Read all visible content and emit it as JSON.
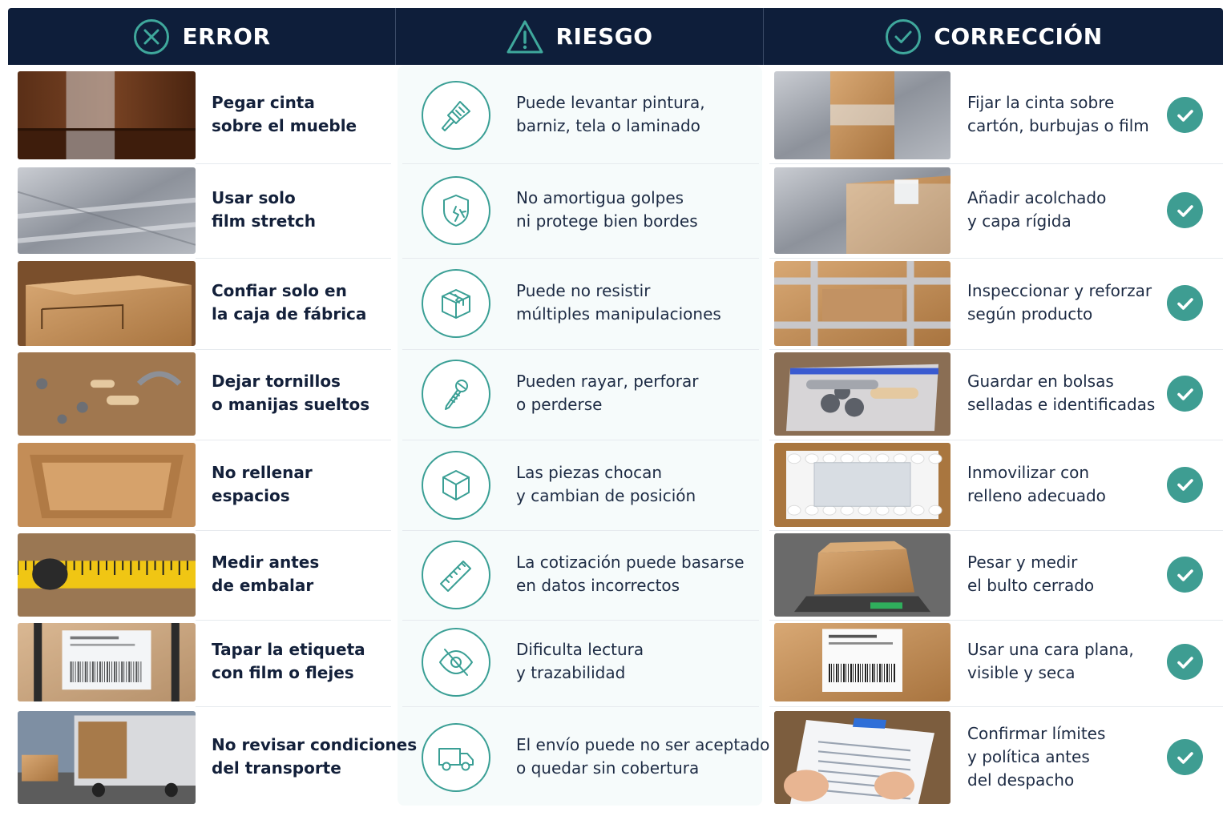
{
  "header": {
    "error_label": "ERROR",
    "risk_label": "RIESGO",
    "correction_label": "CORRECCIÓN"
  },
  "colors": {
    "header_bg": "#0e1e3a",
    "accent_teal": "#3e9d92",
    "mid_panel_bg": "#f6fbfb"
  },
  "rows": [
    {
      "error": [
        "Pegar cinta",
        "sobre el mueble"
      ],
      "risk": [
        "Puede levantar pintura,",
        "barniz, tela o laminado"
      ],
      "risk_icon": "paintbrush-icon",
      "correction": [
        "Fijar la cinta sobre",
        "cartón, burbujas o film"
      ]
    },
    {
      "error": [
        "Usar solo",
        "film stretch"
      ],
      "risk": [
        "No amortigua golpes",
        "ni protege bien bordes"
      ],
      "risk_icon": "broken-shield-icon",
      "correction": [
        "Añadir acolchado",
        "y capa rígida"
      ]
    },
    {
      "error": [
        "Confiar solo en",
        "la caja de fábrica"
      ],
      "risk": [
        "Puede no resistir",
        "múltiples manipulaciones"
      ],
      "risk_icon": "broken-box-icon",
      "correction": [
        "Inspeccionar y reforzar",
        "según producto"
      ]
    },
    {
      "error": [
        "Dejar tornillos",
        "o manijas sueltos"
      ],
      "risk": [
        "Pueden rayar, perforar",
        "o perderse"
      ],
      "risk_icon": "screw-icon",
      "correction": [
        "Guardar en bolsas",
        "selladas e identificadas"
      ]
    },
    {
      "error": [
        "No rellenar",
        "espacios"
      ],
      "risk": [
        "Las piezas chocan",
        "y cambian de posición"
      ],
      "risk_icon": "cube-icon",
      "correction": [
        "Inmovilizar con",
        "relleno adecuado"
      ]
    },
    {
      "error": [
        "Medir antes",
        "de embalar"
      ],
      "risk": [
        "La cotización puede basarse",
        "en datos incorrectos"
      ],
      "risk_icon": "ruler-icon",
      "correction": [
        "Pesar y medir",
        "el bulto cerrado"
      ]
    },
    {
      "error": [
        "Tapar la etiqueta",
        "con film o flejes"
      ],
      "risk": [
        "Dificulta lectura",
        "y trazabilidad"
      ],
      "risk_icon": "eye-slash-icon",
      "correction": [
        "Usar una cara plana,",
        "visible y seca"
      ]
    },
    {
      "error": [
        "No revisar condiciones",
        "del transporte"
      ],
      "risk": [
        "El envío puede no ser aceptado",
        "o quedar sin cobertura"
      ],
      "risk_icon": "truck-icon",
      "correction": [
        "Confirmar límites",
        "y política antes",
        "del despacho"
      ]
    }
  ]
}
